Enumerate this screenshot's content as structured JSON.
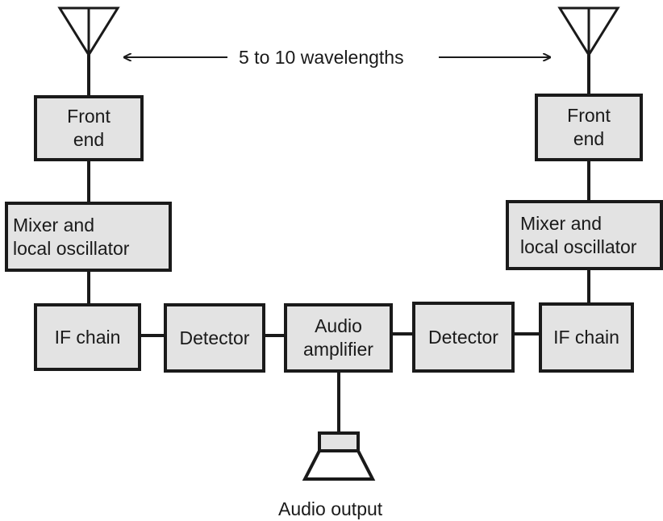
{
  "annotation": {
    "distance_label": "5 to 10 wavelengths"
  },
  "left_receiver": {
    "front_end": [
      "Front",
      "end"
    ],
    "mixer": [
      "Mixer and",
      "local oscillator"
    ],
    "if_chain": "IF chain",
    "detector": "Detector"
  },
  "right_receiver": {
    "front_end": [
      "Front",
      "end"
    ],
    "mixer": [
      "Mixer and",
      "local oscillator"
    ],
    "if_chain": "IF chain",
    "detector": "Detector"
  },
  "audio": {
    "amplifier": [
      "Audio",
      "amplifier"
    ],
    "output_label": "Audio output"
  },
  "colors": {
    "block_fill": "#e3e3e3",
    "stroke": "#1a1a1a",
    "background": "#ffffff"
  }
}
